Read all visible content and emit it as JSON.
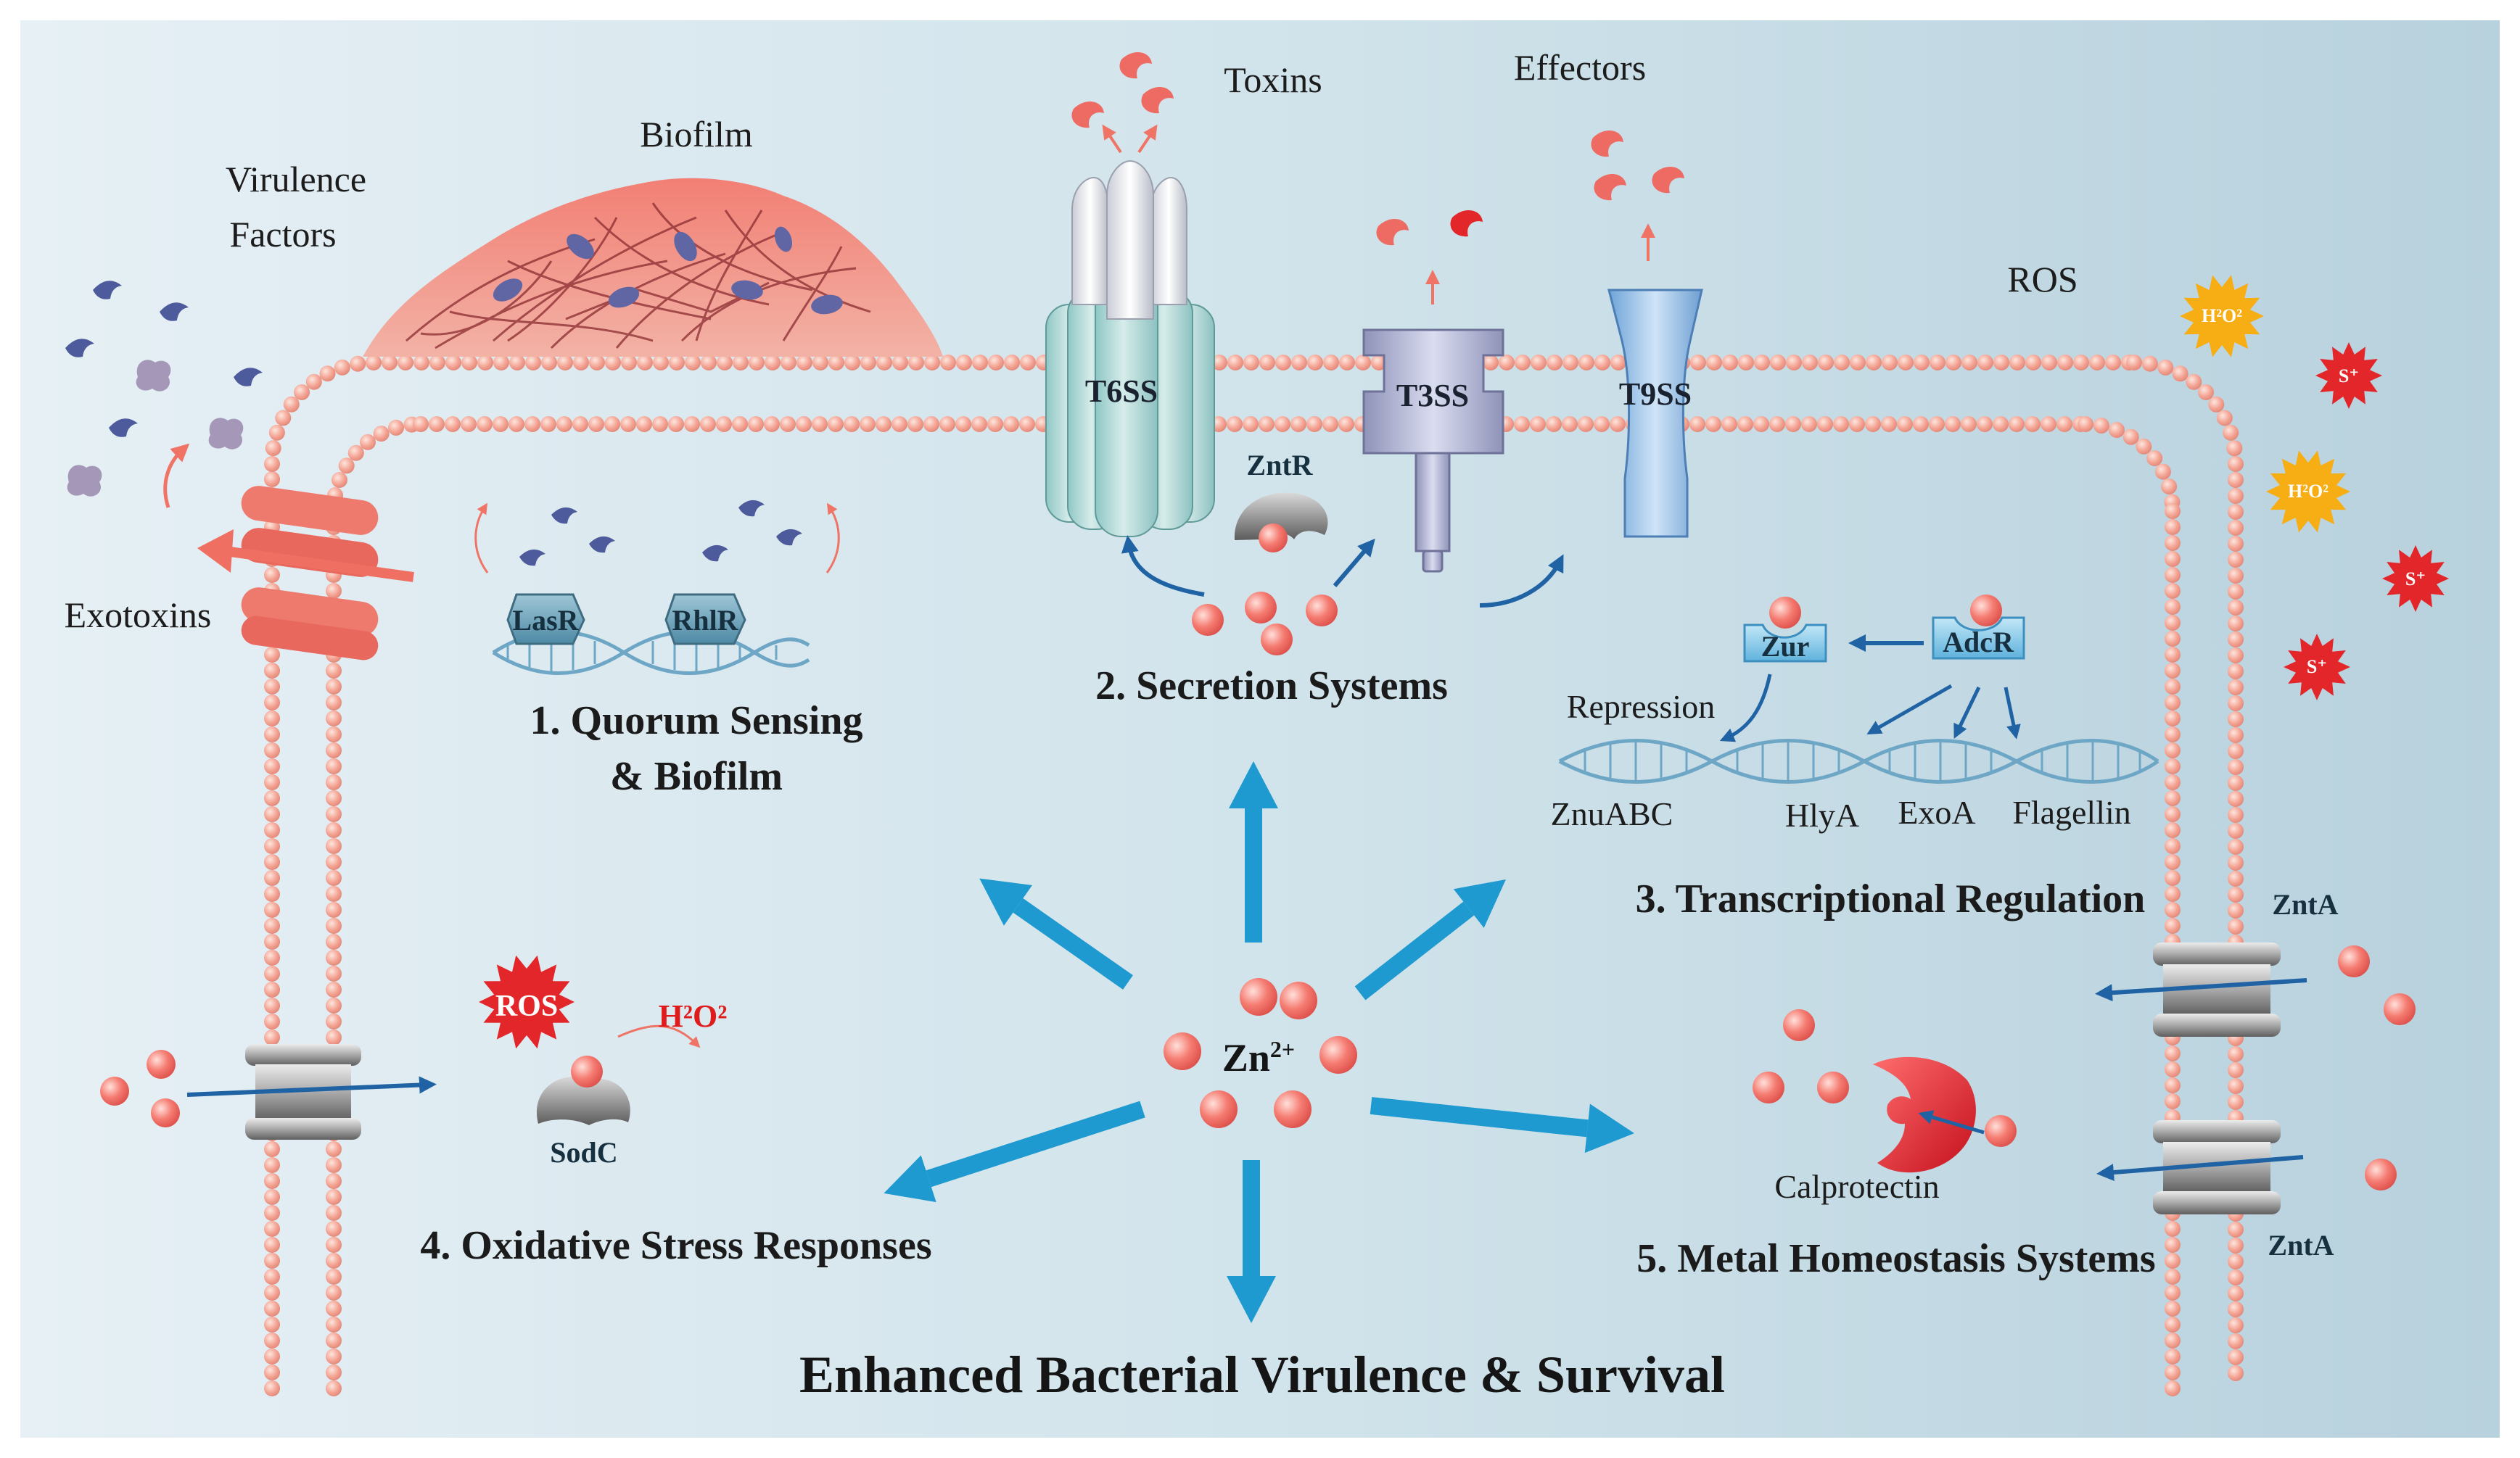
{
  "title": "Enhanced Bacterial Virulence & Survival",
  "center_ion": {
    "base": "Zn",
    "charge": "2+"
  },
  "labels": {
    "virulence_factors_line1": "Virulence",
    "virulence_factors_line2": "Factors",
    "biofilm": "Biofilm",
    "toxins": "Toxins",
    "effectors": "Effectors",
    "ros_top": "ROS",
    "exotoxins": "Exotoxins",
    "repression": "Repression",
    "calprotectin": "Calprotectin"
  },
  "sections": {
    "s1_line1": "1. Quorum Sensing",
    "s1_line2": "& Biofilm",
    "s2": "2. Secretion Systems",
    "s3": "3. Transcriptional Regulation",
    "s4": "4. Oxidative Stress Responses",
    "s5": "5. Metal Homeostasis Systems"
  },
  "proteins": {
    "lasr": "LasR",
    "rhlr": "RhlR",
    "zntr": "ZntR",
    "zur": "Zur",
    "adcr": "AdcR",
    "sodc": "SodC",
    "znta_top": "ZntA",
    "znta_bottom": "ZntA"
  },
  "channels": {
    "t6ss": "T6SS",
    "t3ss": "T3SS",
    "t9ss": "T9SS"
  },
  "genes": {
    "znuabc": "ZnuABC",
    "hlya": "HlyA",
    "exoa": "ExoA",
    "flagellin": "Flagellin"
  },
  "oxidative": {
    "ros_burst": "ROS",
    "h2o2": "H²O²"
  },
  "stress_badges": {
    "h2o2_1": "H²O²",
    "h2o2_2": "H²O²",
    "s_1": "S⁺",
    "s_2": "S⁺",
    "s_3": "S⁺"
  },
  "colors": {
    "background": "#c6dce6",
    "membrane_bead": "#f2a191",
    "zinc_ion": "#ef6b63",
    "arrow_blue": "#1f9ad0",
    "dark_blue_arrow": "#1f63a4",
    "biofilm": "#ee6b63",
    "ros_red": "#e3262a",
    "h2o2_orange": "#f7ad14"
  }
}
